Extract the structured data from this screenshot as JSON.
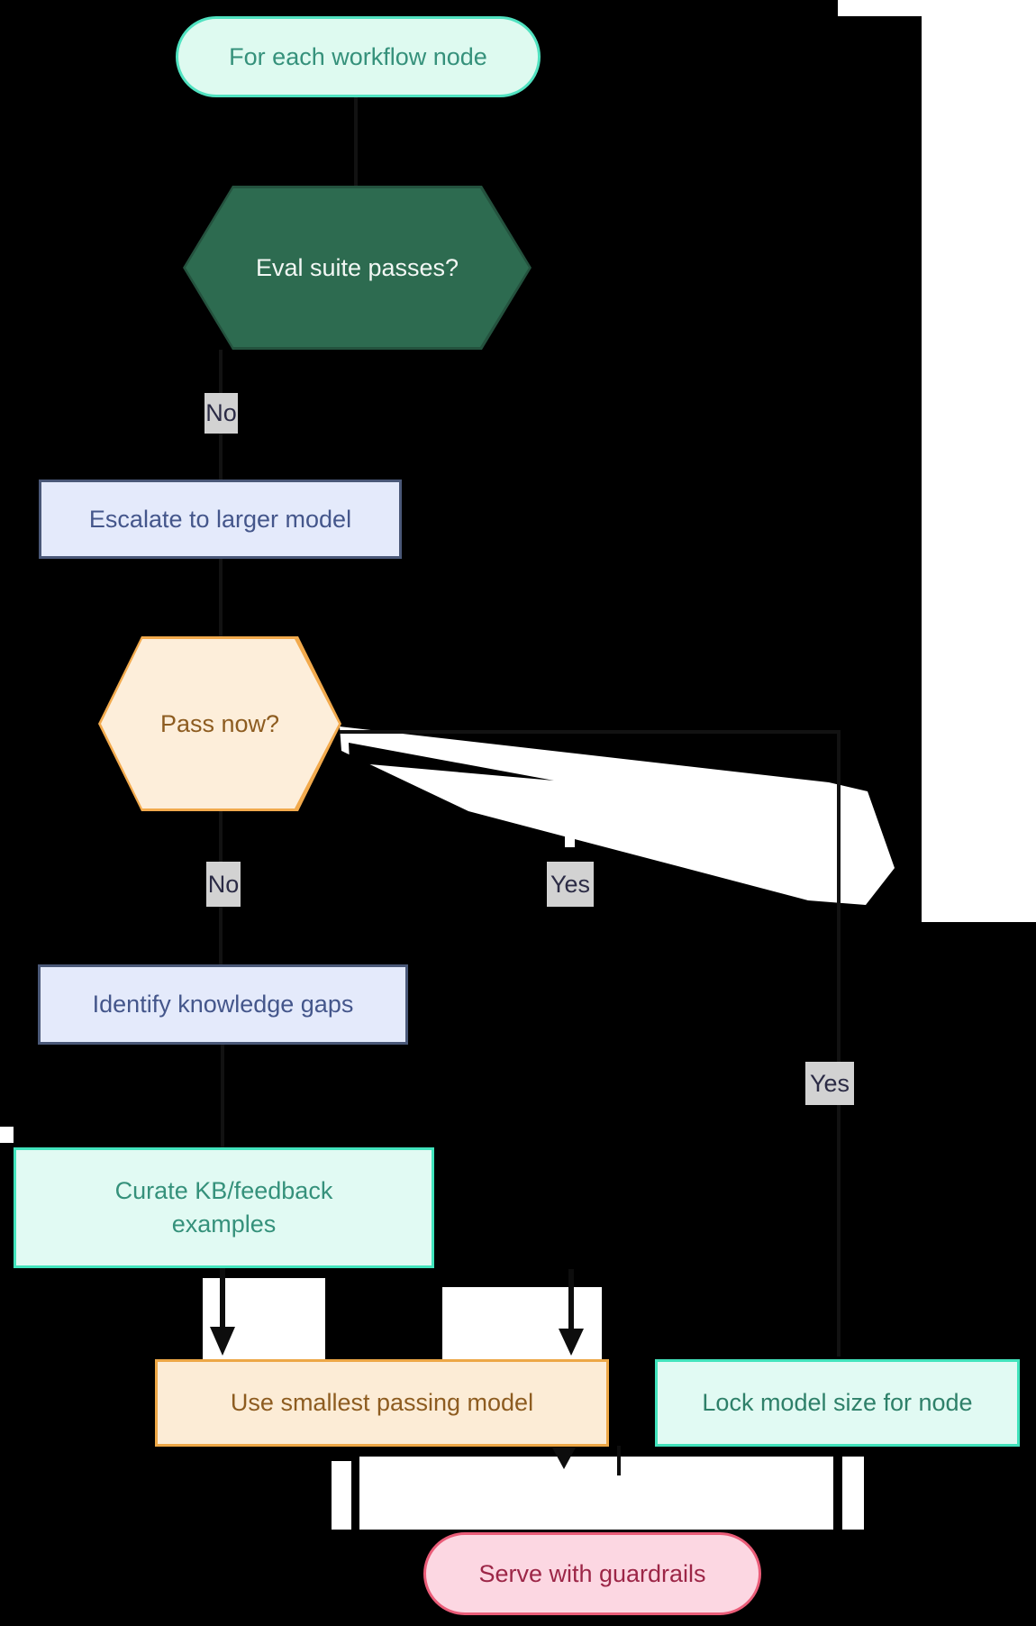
{
  "diagram": {
    "type": "flowchart",
    "background_color": "#000000",
    "artifact_color": "#ffffff",
    "edge_line_color": "#121212",
    "nodes": {
      "start": {
        "label": "For each workflow node",
        "shape": "stadium",
        "fill": "#defaf0",
        "border": "#50e2c0",
        "text_color": "#35917b"
      },
      "eval_passes": {
        "label": "Eval suite passes?",
        "shape": "hexagon",
        "fill": "#2d6b50",
        "border": "#24523e",
        "text_color": "#f2f7f4"
      },
      "escalate": {
        "label": "Escalate to larger model",
        "shape": "rectangle",
        "fill": "#e4eafb",
        "border": "#4a5878",
        "text_color": "#44568b"
      },
      "pass_now": {
        "label": "Pass now?",
        "shape": "hexagon",
        "fill": "#fdeeda",
        "border": "#f2aa4d",
        "text_color": "#8d5c20"
      },
      "identify": {
        "label": "Identify knowledge gaps",
        "shape": "rectangle",
        "fill": "#e4eafb",
        "border": "#4a5878",
        "text_color": "#44568b"
      },
      "curate": {
        "label": "Curate KB/feedback examples",
        "lines": [
          "Curate KB/feedback",
          "examples"
        ],
        "shape": "rectangle",
        "fill": "#e1faf3",
        "border": "#41e3bc",
        "text_color": "#35917b"
      },
      "use_smallest": {
        "label": "Use smallest passing model",
        "shape": "rectangle",
        "fill": "#fcecd6",
        "border": "#eda746",
        "text_color": "#8d5c20"
      },
      "lock_size": {
        "label": "Lock model size for node",
        "shape": "rectangle",
        "fill": "#e1faf3",
        "border": "#41e3bc",
        "text_color": "#2e8069"
      },
      "serve": {
        "label": "Serve with guardrails",
        "shape": "stadium",
        "fill": "#fcd7e2",
        "border": "#ea5c78",
        "text_color": "#9c2647"
      }
    },
    "edge_labels": [
      {
        "id": "no-1",
        "text": "No"
      },
      {
        "id": "no-2",
        "text": "No"
      },
      {
        "id": "yes-mid",
        "text": "Yes"
      },
      {
        "id": "yes-right",
        "text": "Yes"
      }
    ],
    "edge_label_style": {
      "fill": "#d2d2d2",
      "text_color": "#2b2b45"
    }
  }
}
